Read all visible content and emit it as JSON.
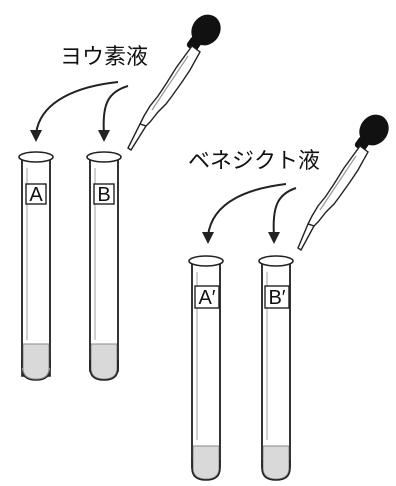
{
  "reagents": {
    "iodine": {
      "label": "ヨウ素液"
    },
    "benedict": {
      "label": "ベネジクト液"
    }
  },
  "tubes": {
    "a": {
      "label": "A"
    },
    "b": {
      "label": "B"
    },
    "a_prime": {
      "label": "A′"
    },
    "b_prime": {
      "label": "B′"
    }
  },
  "colors": {
    "outline": "#222222",
    "liquid": "#d9d9d9",
    "bulb": "#111111"
  }
}
